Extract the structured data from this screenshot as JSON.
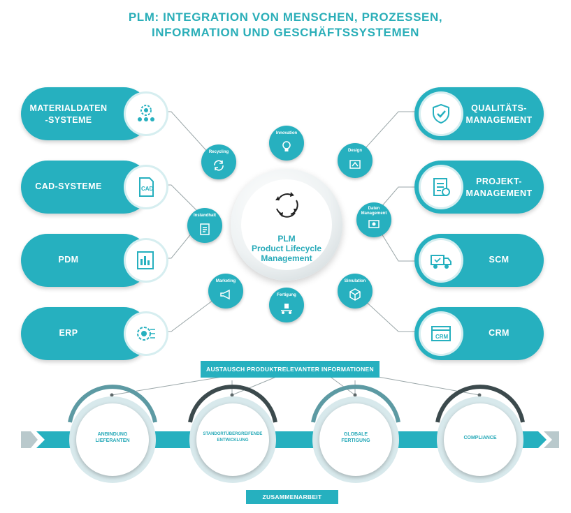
{
  "title": {
    "line1": "PLM: INTEGRATION VON MENSCHEN, PROZESSEN,",
    "line2": "INFORMATION UND GESCHÄFTSSYSTEMEN"
  },
  "center": {
    "line1": "PLM",
    "line2": "Product Lifecycle",
    "line3": "Management"
  },
  "left_systems": [
    {
      "line1": "MATERIALDATEN",
      "line2": "-SYSTEME",
      "icon": "team-gear-icon"
    },
    {
      "line1": "CAD-SYSTEME",
      "line2": "",
      "icon": "cad-file-icon"
    },
    {
      "line1": "PDM",
      "line2": "",
      "icon": "document-chart-icon"
    },
    {
      "line1": "ERP",
      "line2": "",
      "icon": "gear-circuit-icon"
    }
  ],
  "right_systems": [
    {
      "line1": "QUALITÄTS-",
      "line2": "MANAGEMENT",
      "icon": "shield-check-icon"
    },
    {
      "line1": "PROJEKT-",
      "line2": "MANAGEMENT",
      "icon": "checklist-icon"
    },
    {
      "line1": "SCM",
      "line2": "",
      "icon": "delivery-truck-icon"
    },
    {
      "line1": "CRM",
      "line2": "",
      "icon": "crm-window-icon"
    }
  ],
  "phases": [
    {
      "line1": "Innovation",
      "line2": "",
      "icon": "lightbulb-icon"
    },
    {
      "line1": "Design",
      "line2": "",
      "icon": "design-tools-icon"
    },
    {
      "line1": "Daten",
      "line2": "Management",
      "icon": "database-gear-icon"
    },
    {
      "line1": "Simulation",
      "line2": "",
      "icon": "cube-icon"
    },
    {
      "line1": "Fertigung",
      "line2": "",
      "icon": "conveyor-icon"
    },
    {
      "line1": "Marketing",
      "line2": "",
      "icon": "megaphone-icon"
    },
    {
      "line1": "Instandhalt",
      "line2": "",
      "icon": "clipboard-gear-icon"
    },
    {
      "line1": "Recycling",
      "line2": "",
      "icon": "recycle-icon"
    }
  ],
  "exchange_banner": "AUSTAUSCH PRODUKTRELEVANTER INFORMATIONEN",
  "process_steps": [
    {
      "line1": "ANBINDUNG",
      "line2": "LIEFERANTEN"
    },
    {
      "line1": "STANDORTÜBERGREIFENDE",
      "line2": "ENTWICKLUNG"
    },
    {
      "line1": "GLOBALE",
      "line2": "FERTIGUNG"
    },
    {
      "line1": "COMPLIANCE",
      "line2": ""
    }
  ],
  "collaboration_banner": "ZUSAMMENARBEIT",
  "colors": {
    "accent": "#26b0bf",
    "title": "#2aaeb8",
    "arrow": "#b9c9cc",
    "process_accent": "#5d9aa3"
  }
}
